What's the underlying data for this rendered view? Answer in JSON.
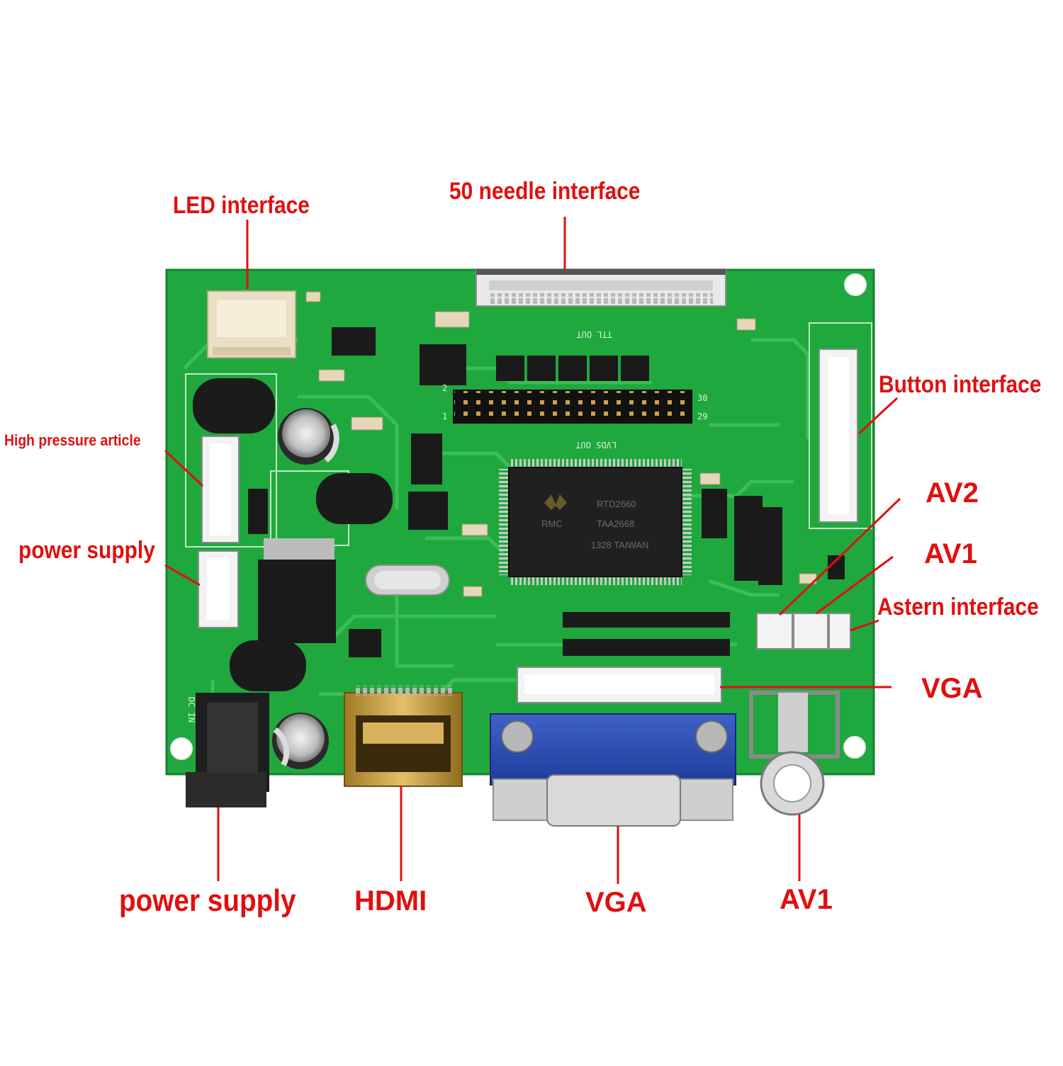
{
  "callouts": {
    "led_interface": "LED interface",
    "needle_interface": "50 needle interface",
    "button_interface": "Button interface",
    "high_pressure": "High pressure article",
    "power_supply_left": "power supply",
    "av2": "AV2",
    "av1_right": "AV1",
    "astern_interface": "Astern interface",
    "vga_right": "VGA",
    "power_supply_bottom": "power supply",
    "hdmi": "HDMI",
    "vga_bottom": "VGA",
    "av1_bottom": "AV1"
  },
  "silkscreen": {
    "ttl_out": "TTL OUT",
    "lvds_out": "LVDS OUT",
    "pin_30": "30",
    "pin_29": "29",
    "pin_1": "1",
    "pin_2": "2",
    "dc_in": "DC IN"
  },
  "chip": {
    "line1": "RTD2660",
    "line2": "TAA2668",
    "line3": "1328 TAIWAN",
    "logo": "RMC"
  },
  "colors": {
    "label_red": "#e01010",
    "pcb_green": "#1fa83e",
    "trace_green": "#3fc25a"
  }
}
